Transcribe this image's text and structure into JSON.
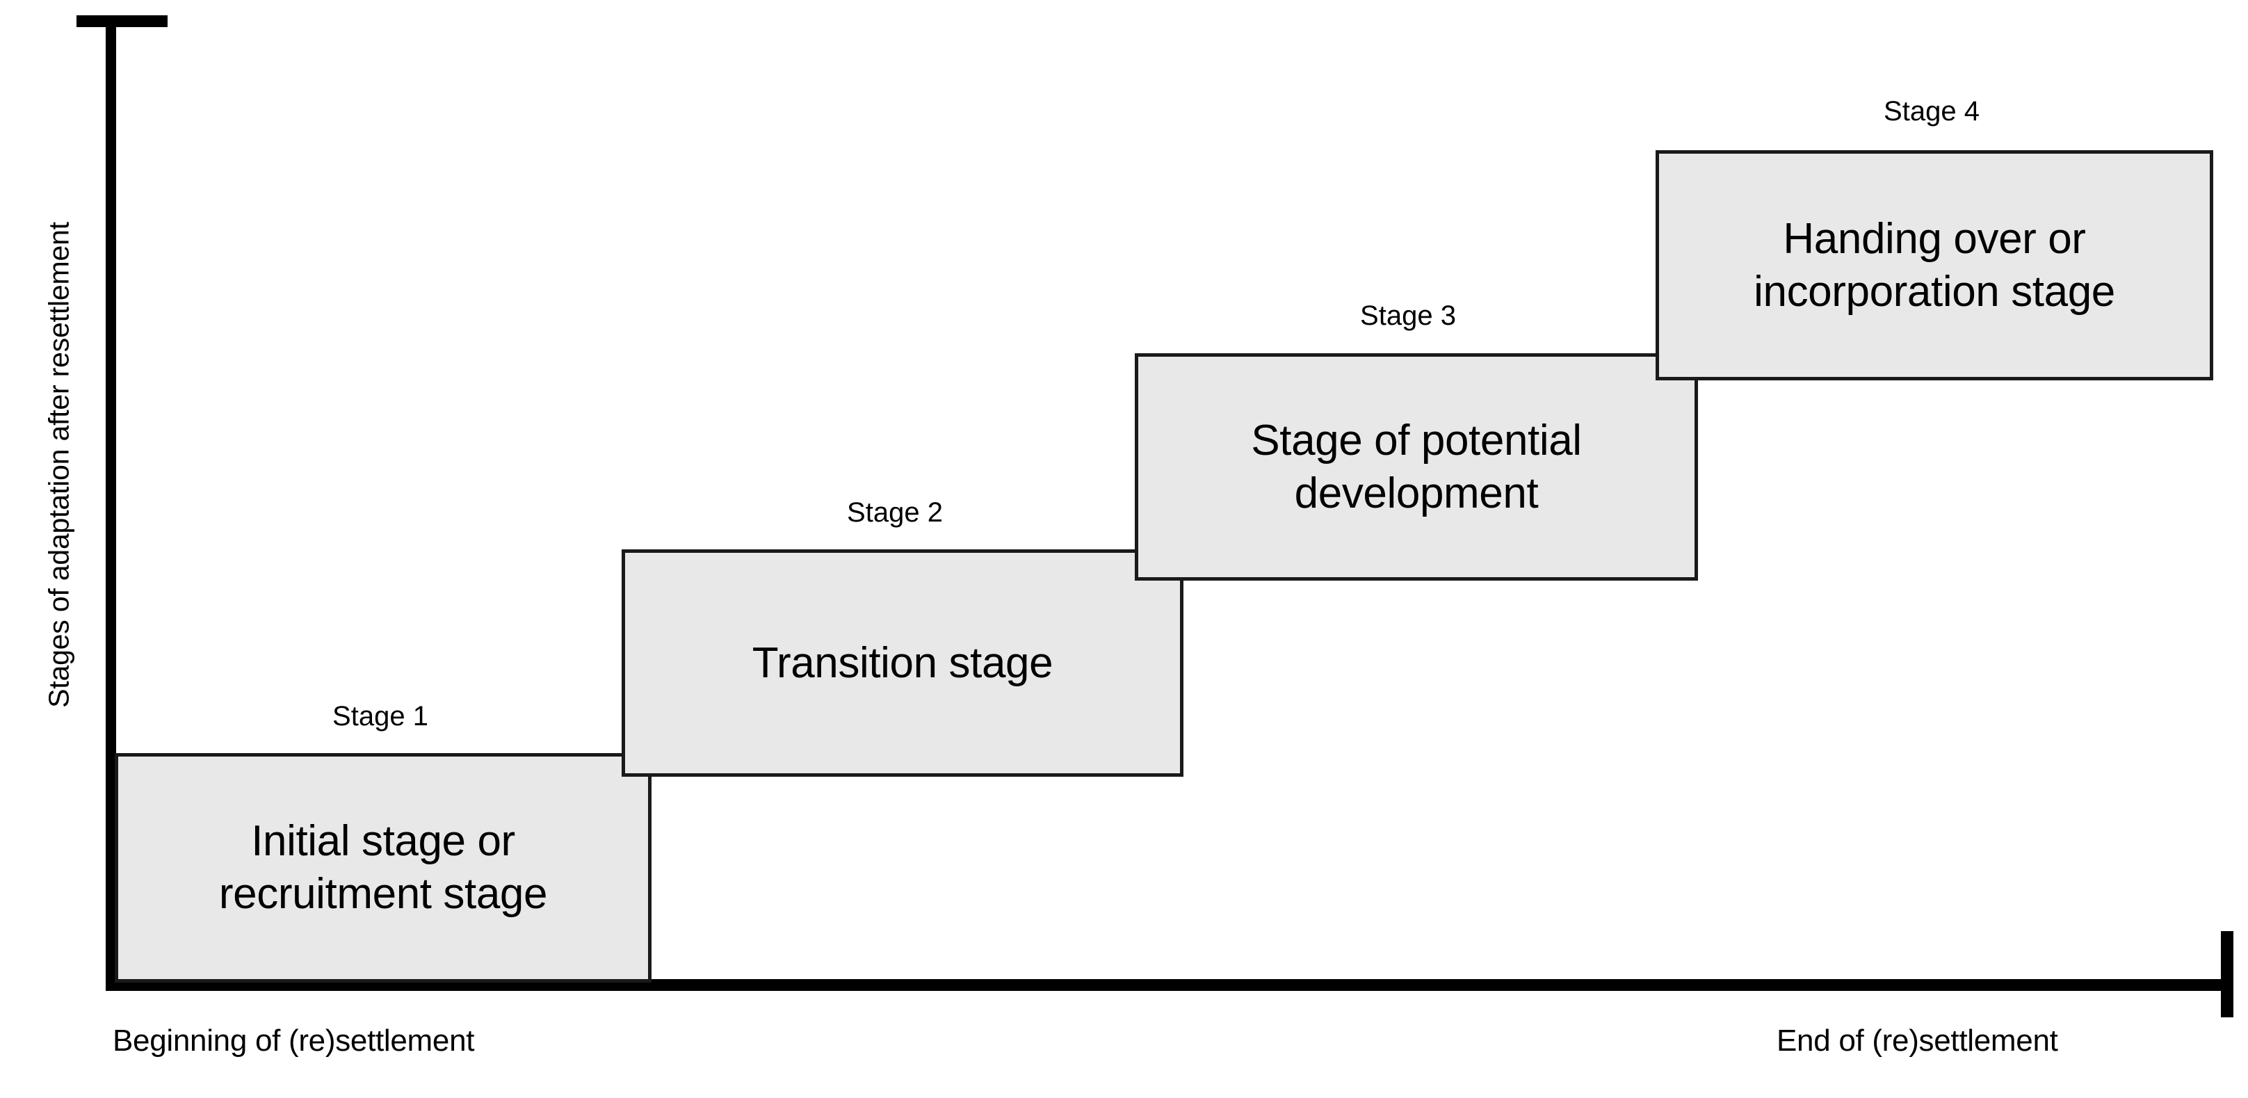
{
  "figure": {
    "type": "step-diagram",
    "background_color": "#ffffff",
    "box_fill_color": "#e8e8e8",
    "box_border_color": "#1a1a1a",
    "axis_color": "#000000"
  },
  "axes": {
    "y_axis_title": "Stages of adaptation after resettlement",
    "x_axis_start_label": "Beginning of (re)settlement",
    "x_axis_end_label": "End of (re)settlement"
  },
  "stages": [
    {
      "caption": "Stage 1",
      "label": "Initial stage or recruitment stage",
      "line1": "Initial stage or",
      "line2": "recruitment stage"
    },
    {
      "caption": "Stage 2",
      "label": "Transition stage",
      "line1": "Transition stage",
      "line2": ""
    },
    {
      "caption": "Stage 3",
      "label": "Stage of potential development",
      "line1": "Stage of potential",
      "line2": "development"
    },
    {
      "caption": "Stage 4",
      "label": "Handing over or incorporation stage",
      "line1": "Handing over or",
      "line2": "incorporation stage"
    }
  ],
  "chart_data": {
    "type": "bar",
    "title": "",
    "xlabel": "",
    "ylabel": "Stages of adaptation after resettlement",
    "categories": [
      "Stage 1",
      "Stage 2",
      "Stage 3",
      "Stage 4"
    ],
    "values": [
      1,
      2,
      3,
      4
    ],
    "value_labels": [
      "Initial stage or recruitment stage",
      "Transition stage",
      "Stage of potential development",
      "Handing over or incorporation stage"
    ],
    "grid": false,
    "legend": "none",
    "x_tick_labels": [
      "Beginning of (re)settlement",
      "End of (re)settlement"
    ],
    "note": "Ascending staircase of four overlapping rectangles; height encodes increasing stage of adaptation over the (re)settlement timeline."
  }
}
